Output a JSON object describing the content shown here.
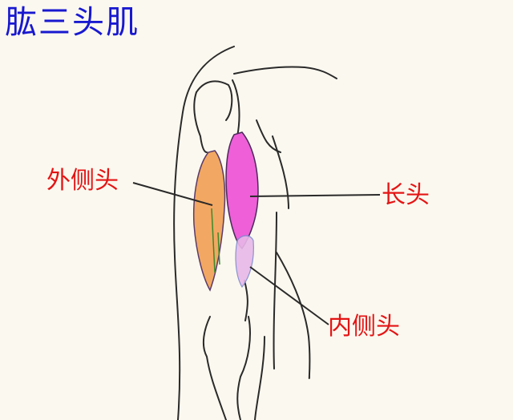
{
  "title": "肱三头肌",
  "labels": {
    "lateral_head": "外侧头",
    "long_head": "长头",
    "medial_head": "内侧头"
  },
  "colors": {
    "title": "#1818d0",
    "labels": "#e41414",
    "lateral_head_fill": "#f2a862",
    "long_head_fill": "#ee5fd8",
    "medial_head_fill": "#e8b8e8",
    "background": "#fbf8ef",
    "outline": "#2a2a2a"
  }
}
